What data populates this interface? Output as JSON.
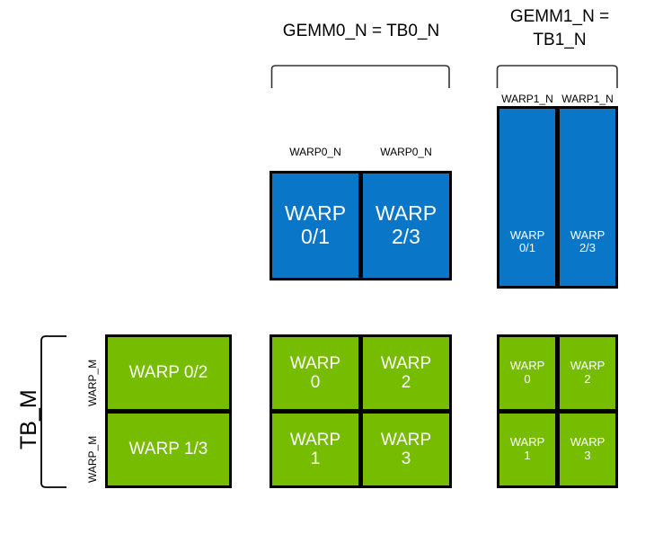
{
  "diagram": {
    "title_gemm0": "GEMM0_N = TB0_N",
    "title_gemm1_line1": "GEMM1_N =",
    "title_gemm1_line2": "TB1_N",
    "left_axis_label": "TB_M",
    "left_warp_m_top": "WARP_M",
    "left_warp_m_bottom": "WARP_M",
    "warp0_n_left": "WARP0_N",
    "warp0_n_right": "WARP0_N",
    "warp1_n_left": "WARP1_N",
    "warp1_n_right": "WARP1_N",
    "blue_gemm0": [
      {
        "label": "WARP\n0/1"
      },
      {
        "label": "WARP\n2/3"
      }
    ],
    "blue_gemm1": [
      {
        "label": "WARP\n0/1"
      },
      {
        "label": "WARP\n2/3"
      }
    ],
    "green_left": [
      {
        "label": "WARP 0/2"
      },
      {
        "label": "WARP 1/3"
      }
    ],
    "green_middle": [
      {
        "label": "WARP\n0"
      },
      {
        "label": "WARP\n2"
      },
      {
        "label": "WARP\n1"
      },
      {
        "label": "WARP\n3"
      }
    ],
    "green_right": [
      {
        "label": "WARP\n0"
      },
      {
        "label": "WARP\n2"
      },
      {
        "label": "WARP\n1"
      },
      {
        "label": "WARP\n3"
      }
    ],
    "colors": {
      "blue": "#0A76C8",
      "green": "#76BC00",
      "outline": "#000000",
      "text_on_block": "#ffffff",
      "label_text": "#000000",
      "background": "#ffffff"
    }
  }
}
